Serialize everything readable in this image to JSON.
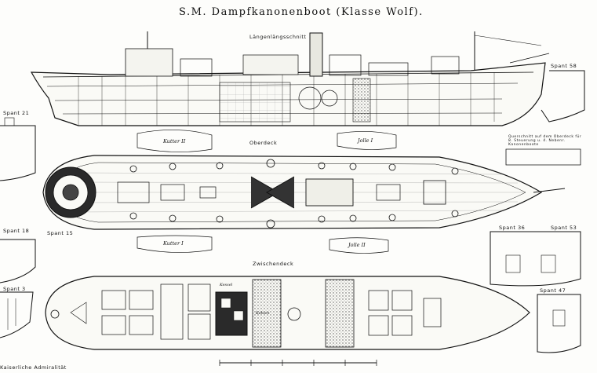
{
  "title": "S.M. Dampfkanonenboot (Klasse Wolf).",
  "sections": {
    "laengsschnitt": "Längenlängsschnitt",
    "oberdeck": "Oberdeck",
    "zwischendeck": "Zwischendeck"
  },
  "frames": {
    "spant_21": "Spant 21",
    "spant_18": "Spant 18",
    "spant_3": "Spant 3",
    "spant_58": "Spant 58",
    "spant_53": "Spant 53",
    "spant_47": "Spant 47",
    "spant_15": "Spant 15",
    "spant_36": "Spant 36"
  },
  "boats": {
    "kutter_ii": "Kutter II",
    "kutter_i": "Kutter I",
    "jolle_i": "Jolle I",
    "jolle_ii": "Jolle II"
  },
  "notes": {
    "caption_right": "Querschnitt auf dem Oberdeck für 8. Steuerung u. 4. Nebenr. Kanonenboote",
    "footer_left": "Kaiserliche Admiralität",
    "room_label_1": "Kohlen",
    "room_label_2": "Kessel"
  },
  "colors": {
    "ink": "#111111",
    "paper": "#fdfdfb",
    "hatch": "#444444"
  }
}
